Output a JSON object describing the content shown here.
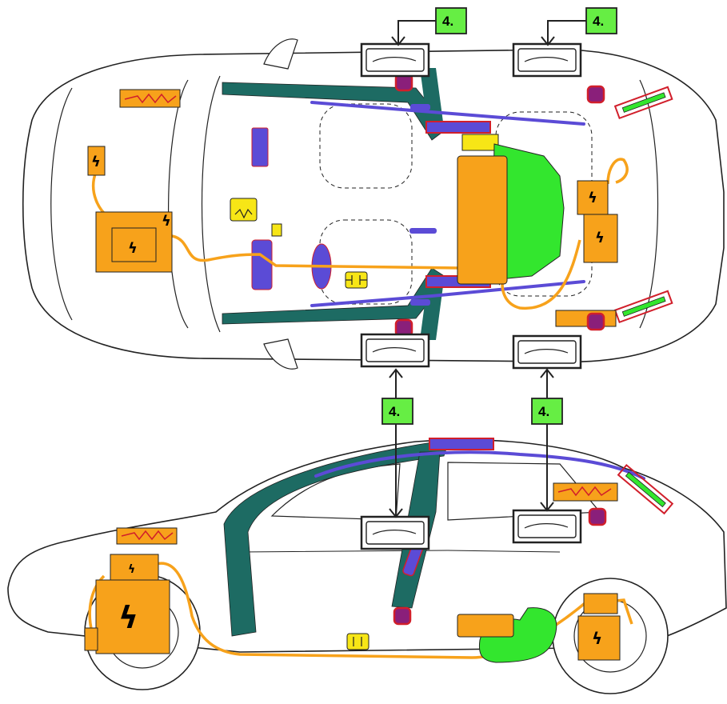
{
  "callout_label": "4.",
  "colors": {
    "outline": "#222222",
    "orange": "#f7a21b",
    "teal": "#1d6b63",
    "purple": "#5b4bd6",
    "green": "#33e62e",
    "yellow": "#f7e616",
    "red": "#d11f2b",
    "callout_green": "#66ee44",
    "magenta": "#8a1f7a"
  },
  "views": [
    "top-view",
    "side-view"
  ]
}
